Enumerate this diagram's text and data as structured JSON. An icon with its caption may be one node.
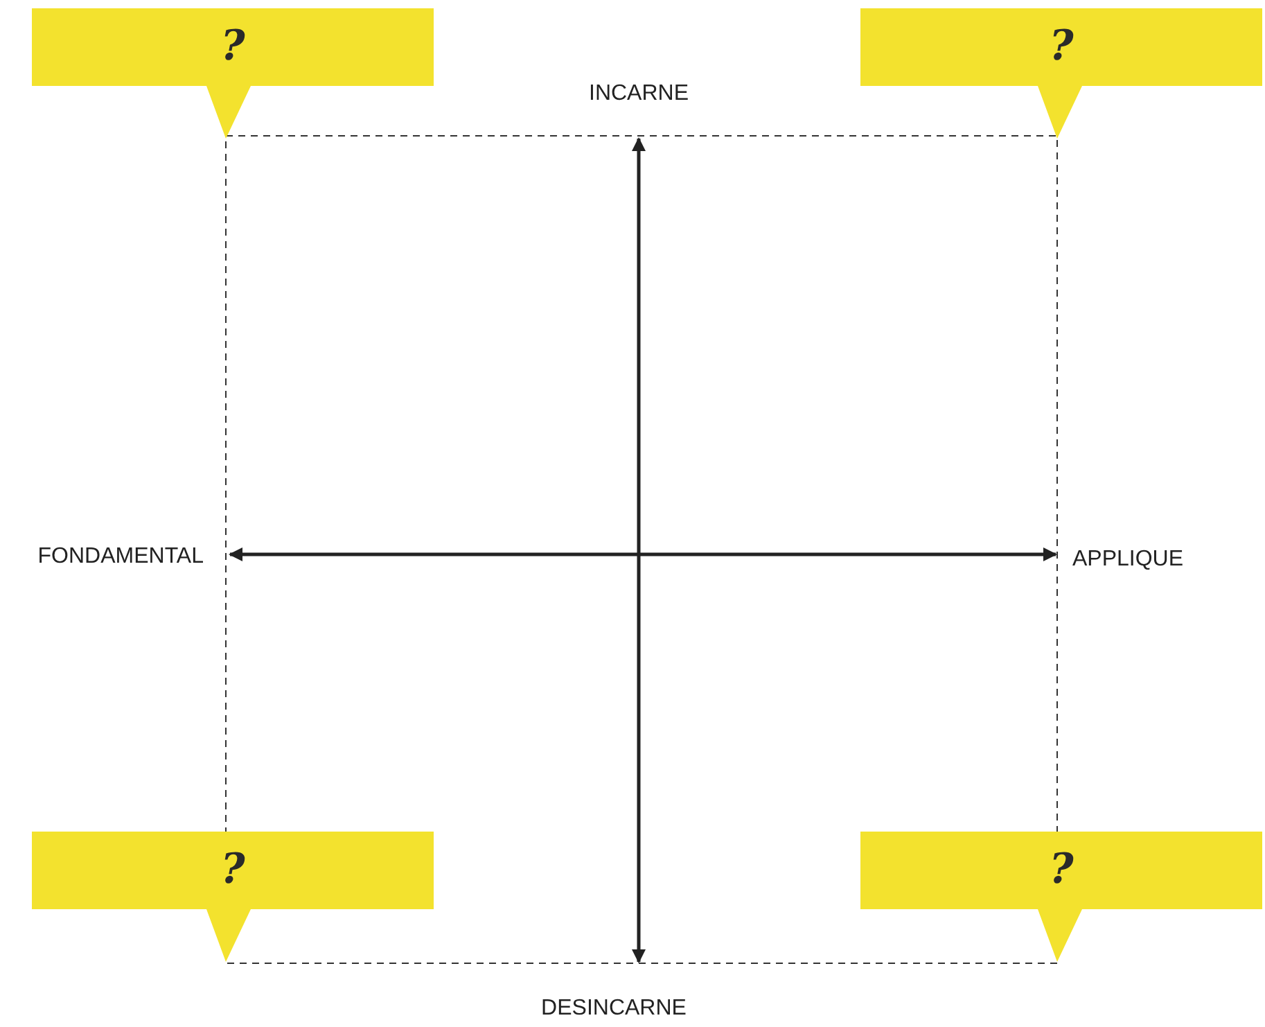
{
  "diagram": {
    "nodes": [
      {
        "text": [
          "?"
        ]
      },
      {
        "text": [
          "?"
        ]
      },
      {
        "text": [
          "?"
        ]
      },
      {
        "text": [
          "?"
        ]
      }
    ],
    "labels": [
      "INCARNE",
      "FONDAMENTAL",
      "APPLIQUE",
      "DESINCARNE"
    ]
  }
}
